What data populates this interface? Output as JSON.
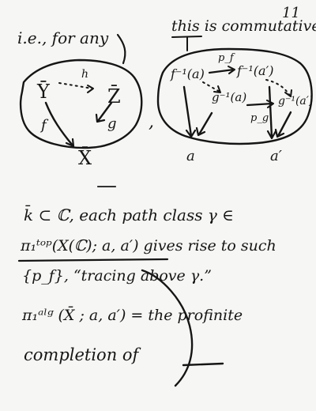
{
  "page_number": "11",
  "top_left": {
    "heading": "i.e., for any",
    "nodes": {
      "y": "Ȳ",
      "z": "Z̄",
      "x": "X̄"
    },
    "arrows": {
      "h": "h",
      "f": "f",
      "g": "g"
    },
    "comma": ","
  },
  "top_right": {
    "heading": "this is commutative",
    "fa_label": "f⁻¹(a)",
    "pf_label": "p_f",
    "fa2_label": "f⁻¹(a′)",
    "ga_label": "g⁻¹(a)",
    "pg_label": "p_g",
    "ga2_label": "g⁻¹(a′)",
    "a_label": "a",
    "a2_label": "a′"
  },
  "separator": "—",
  "body": {
    "line1": "k̄ ⊂ ℂ,  each path class  γ ∈",
    "line2": "π₁ᵗᵒᵖ(X(ℂ); a, a′) gives rise to such",
    "line3": "{p_f},   “tracing above γ.”",
    "line4": "π₁ᵃˡᵍ (X̄ ; a, a′) = the profinite",
    "line5": "completion of"
  }
}
